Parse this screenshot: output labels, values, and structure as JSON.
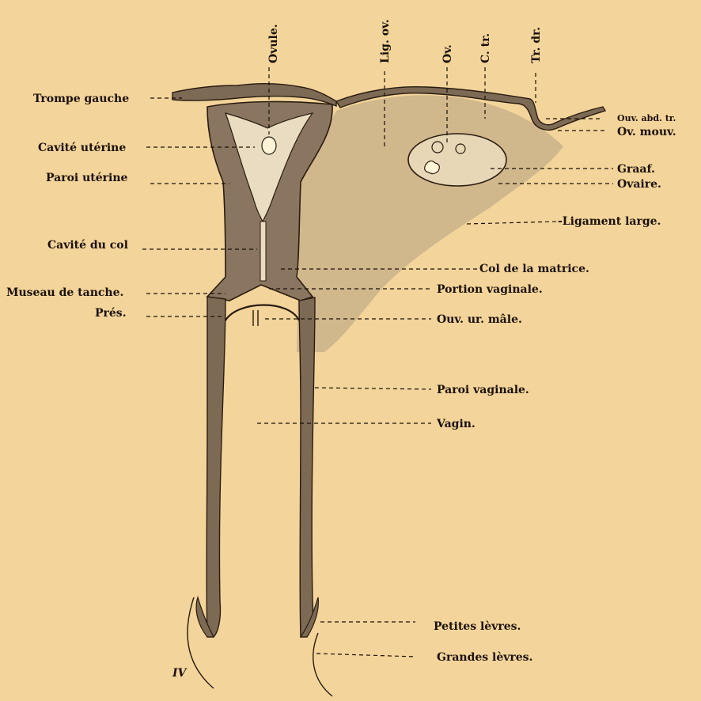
{
  "colors": {
    "paper": "#f3d49a",
    "tissue": "#8a7660",
    "ligament": "#c9b18a",
    "ink": "#1a1008"
  },
  "labels_top": {
    "ovule": "Ovule.",
    "lig_ov": "Lig. ov.",
    "ov": "Ov.",
    "c_tr": "C. tr.",
    "tr_dr": "Tr. dr."
  },
  "labels_left": {
    "trompe_gauche": "Trompe gauche",
    "cavite_uterine": "Cavité utérine",
    "paroi_uterine": "Paroi utérine",
    "cavite_du_col": "Cavité du col",
    "museau_de_tanche": "Museau de tanche.",
    "pres": "Prés."
  },
  "labels_right": {
    "ouv_abd_tr": "Ouv. abd. tr.",
    "ov_mouv": "Ov. mouv.",
    "graaf": "Graaf.",
    "ovaire": "Ovaire.",
    "ligament_large": "-Ligament large.",
    "col_de_la_matrice": "Col de la matrice.",
    "portion_vaginale": "Portion vaginale.",
    "ouv_ur_male": "Ouv. ur. mâle.",
    "paroi_vaginale": "Paroi vaginale.",
    "vagin": "Vagin.",
    "petites_levres": "Petites lèvres.",
    "grandes_levres": "Grandes lèvres."
  },
  "signature": "IV"
}
